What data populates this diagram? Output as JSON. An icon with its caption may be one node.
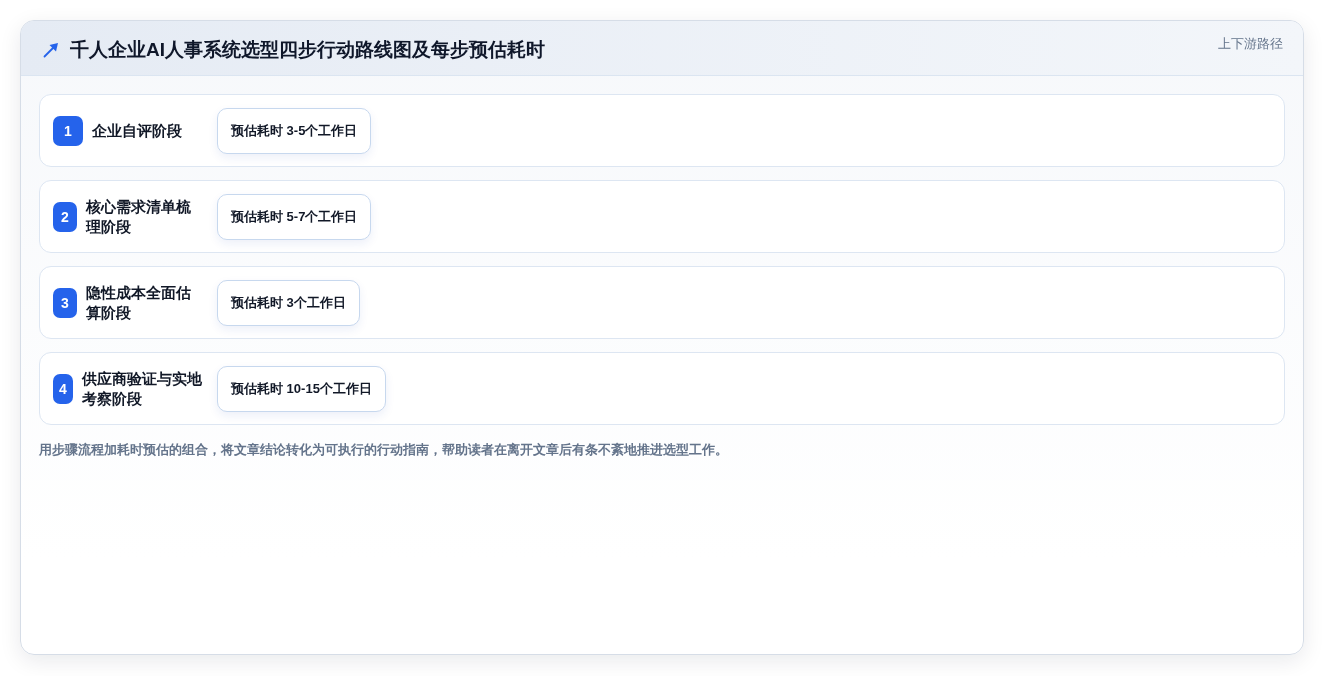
{
  "diagram": {
    "title": "千人企业AI人事系统选型四步行动路线图及每步预估耗时",
    "nodes": [
      {
        "text": [
          "企业自评阶段"
        ]
      },
      {
        "text": [
          "1"
        ],
        "in": 0
      },
      {
        "text": [
          "预估耗时 3-5个工作日"
        ],
        "in": 0
      },
      {
        "text": [
          "核心需求清单梳理阶段"
        ]
      },
      {
        "text": [
          "2"
        ],
        "in": 3
      },
      {
        "text": [
          "预估耗时 5-7个工作日"
        ],
        "in": 3
      },
      {
        "text": [
          "隐性成本全面估算阶段"
        ]
      },
      {
        "text": [
          "3"
        ],
        "in": 6
      },
      {
        "text": [
          "预估耗时 3个工作日"
        ],
        "in": 6
      },
      {
        "text": [
          "供应商验证与实地考察阶段"
        ]
      },
      {
        "text": [
          "4"
        ],
        "in": 9
      },
      {
        "text": [
          "预估耗时 10-15个工作日"
        ],
        "in": 9
      }
    ],
    "labels": [
      "上下游路径"
    ],
    "caption": "用步骤流程加耗时预估的组合，将文章结论转化为可执行的行动指南，帮助读者在离开文章后有条不紊地推进选型工作。"
  }
}
